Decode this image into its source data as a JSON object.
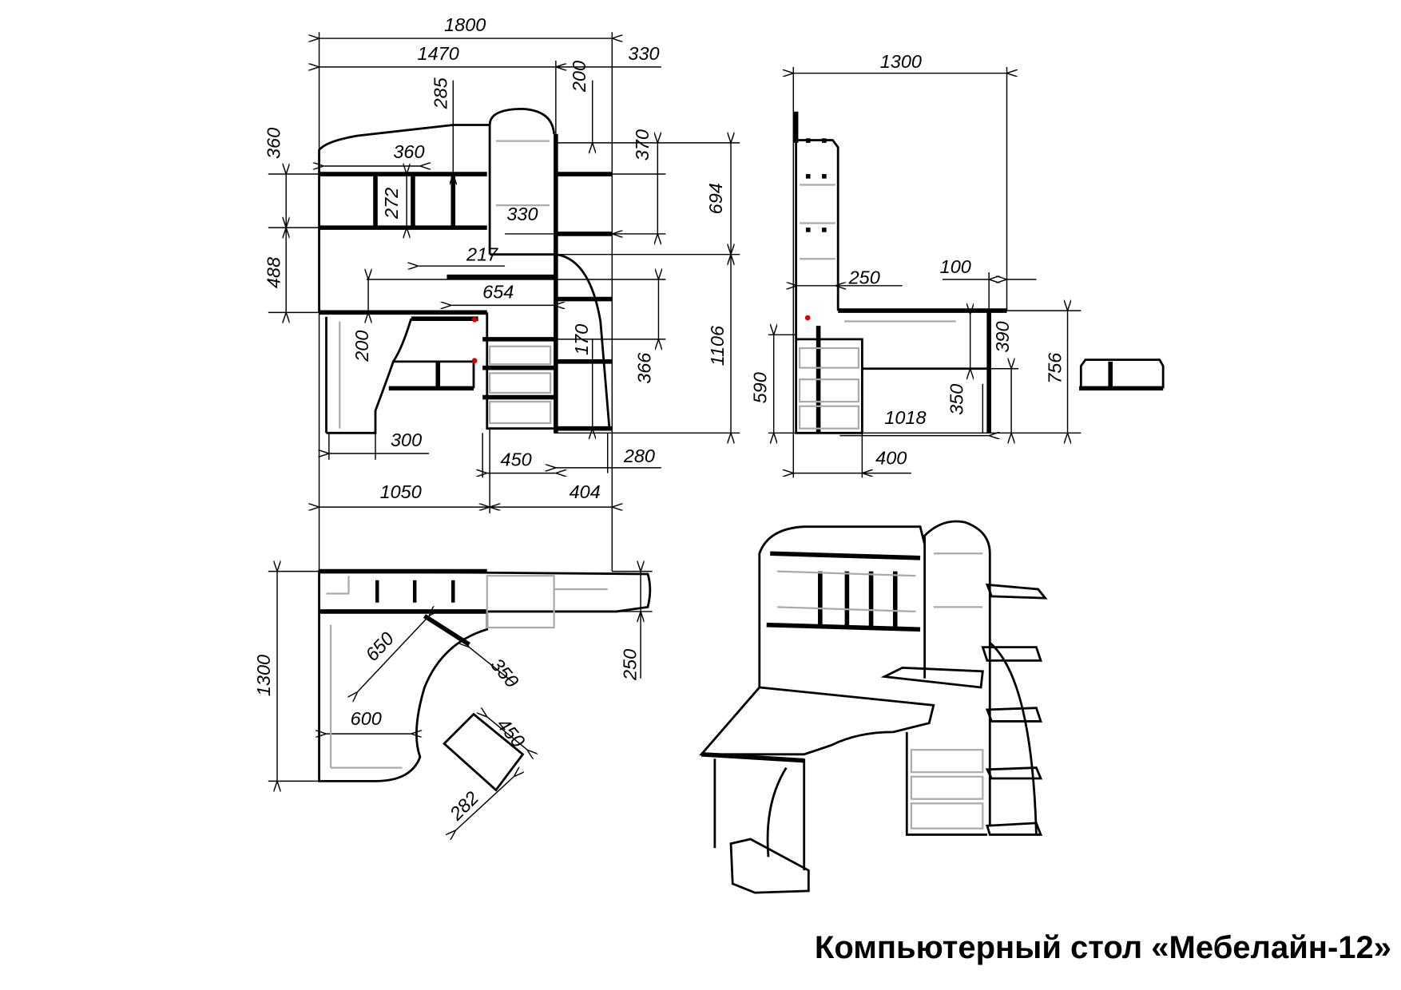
{
  "title": "Компьютерный стол «Мебелайн-12»",
  "front_view": {
    "dims": [
      "1800",
      "1470",
      "330",
      "200",
      "285",
      "360",
      "360",
      "272",
      "488",
      "330",
      "370",
      "694",
      "217",
      "654",
      "200",
      "170",
      "366",
      "1106",
      "300",
      "450",
      "280",
      "1050",
      "404"
    ]
  },
  "side_view": {
    "dims": [
      "1300",
      "250",
      "100",
      "390",
      "756",
      "590",
      "350",
      "1018",
      "400"
    ]
  },
  "top_view": {
    "dims": [
      "1300",
      "250",
      "650",
      "350",
      "600",
      "450",
      "282"
    ]
  }
}
